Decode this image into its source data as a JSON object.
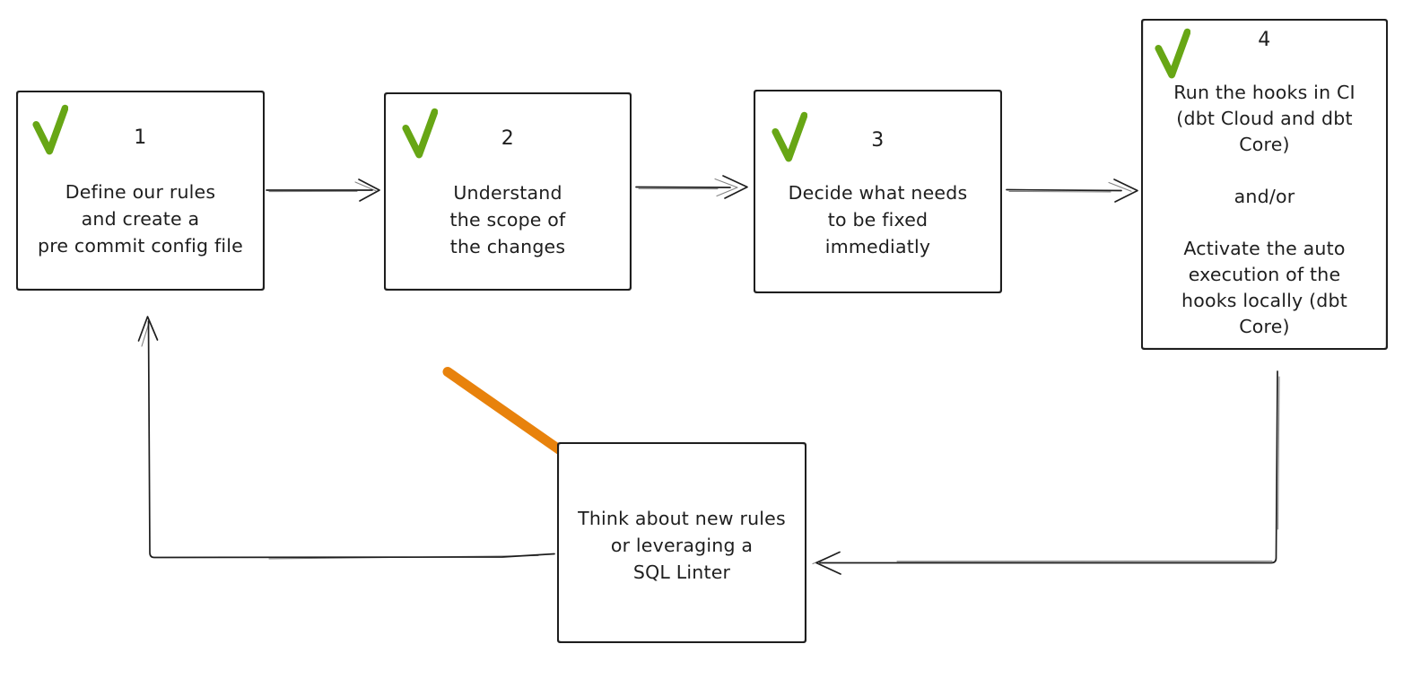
{
  "title": "pre-commit workflow diagram",
  "colors": {
    "ink": "#1e1e1e",
    "check_green": "#67a615",
    "highlight_orange": "#e8820c",
    "background": "#ffffff"
  },
  "icons": {
    "check-icon": "✓ hand-drawn green checkmark",
    "highlight-arrow-icon": "➘ thick orange arrow"
  },
  "nodes": [
    {
      "id": "step-1",
      "number": "1",
      "checked": true,
      "text": [
        "Define our rules",
        "and create a",
        "pre commit config file"
      ]
    },
    {
      "id": "step-2",
      "number": "2",
      "checked": true,
      "text": [
        "Understand",
        "the scope of",
        "the changes"
      ]
    },
    {
      "id": "step-3",
      "number": "3",
      "checked": true,
      "text": [
        "Decide what needs",
        "to be fixed",
        "immediatly"
      ]
    },
    {
      "id": "step-4",
      "number": "4",
      "checked": true,
      "text": [
        "Run the hooks in CI",
        "(dbt Cloud and dbt",
        "Core)",
        "",
        "and/or",
        "",
        "Activate the auto",
        "execution of the",
        "hooks locally (dbt",
        "Core)"
      ]
    },
    {
      "id": "think",
      "number": "",
      "checked": false,
      "text": [
        "Think about new rules",
        "or leveraging a",
        "SQL Linter"
      ]
    }
  ],
  "connectors": [
    {
      "from": "step-1",
      "to": "step-2",
      "style": "straight-arrow"
    },
    {
      "from": "step-2",
      "to": "step-3",
      "style": "straight-arrow"
    },
    {
      "from": "step-3",
      "to": "step-4",
      "style": "straight-arrow"
    },
    {
      "from": "step-4",
      "to": "think",
      "style": "elbow-arrow-down-left"
    },
    {
      "from": "think",
      "to": "step-1",
      "style": "elbow-arrow-left-up"
    },
    {
      "to": "think",
      "style": "highlight-arrow",
      "color": "#e8820c"
    }
  ]
}
